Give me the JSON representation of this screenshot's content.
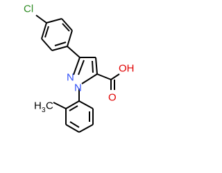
{
  "molecule": {
    "atoms": {
      "chlorine": "Cl",
      "nitrogen_ring_top": "N",
      "nitrogen_ring_bottom": "N",
      "hydroxyl": "OH",
      "carbonyl_oxygen": "O",
      "methyl": "H",
      "methyl_subscript": "3",
      "methyl_carbon": "C"
    },
    "colors": {
      "carbon_bond": "#000000",
      "chlorine": "#2e8b22",
      "nitrogen": "#3050f8",
      "oxygen": "#e00000"
    }
  }
}
